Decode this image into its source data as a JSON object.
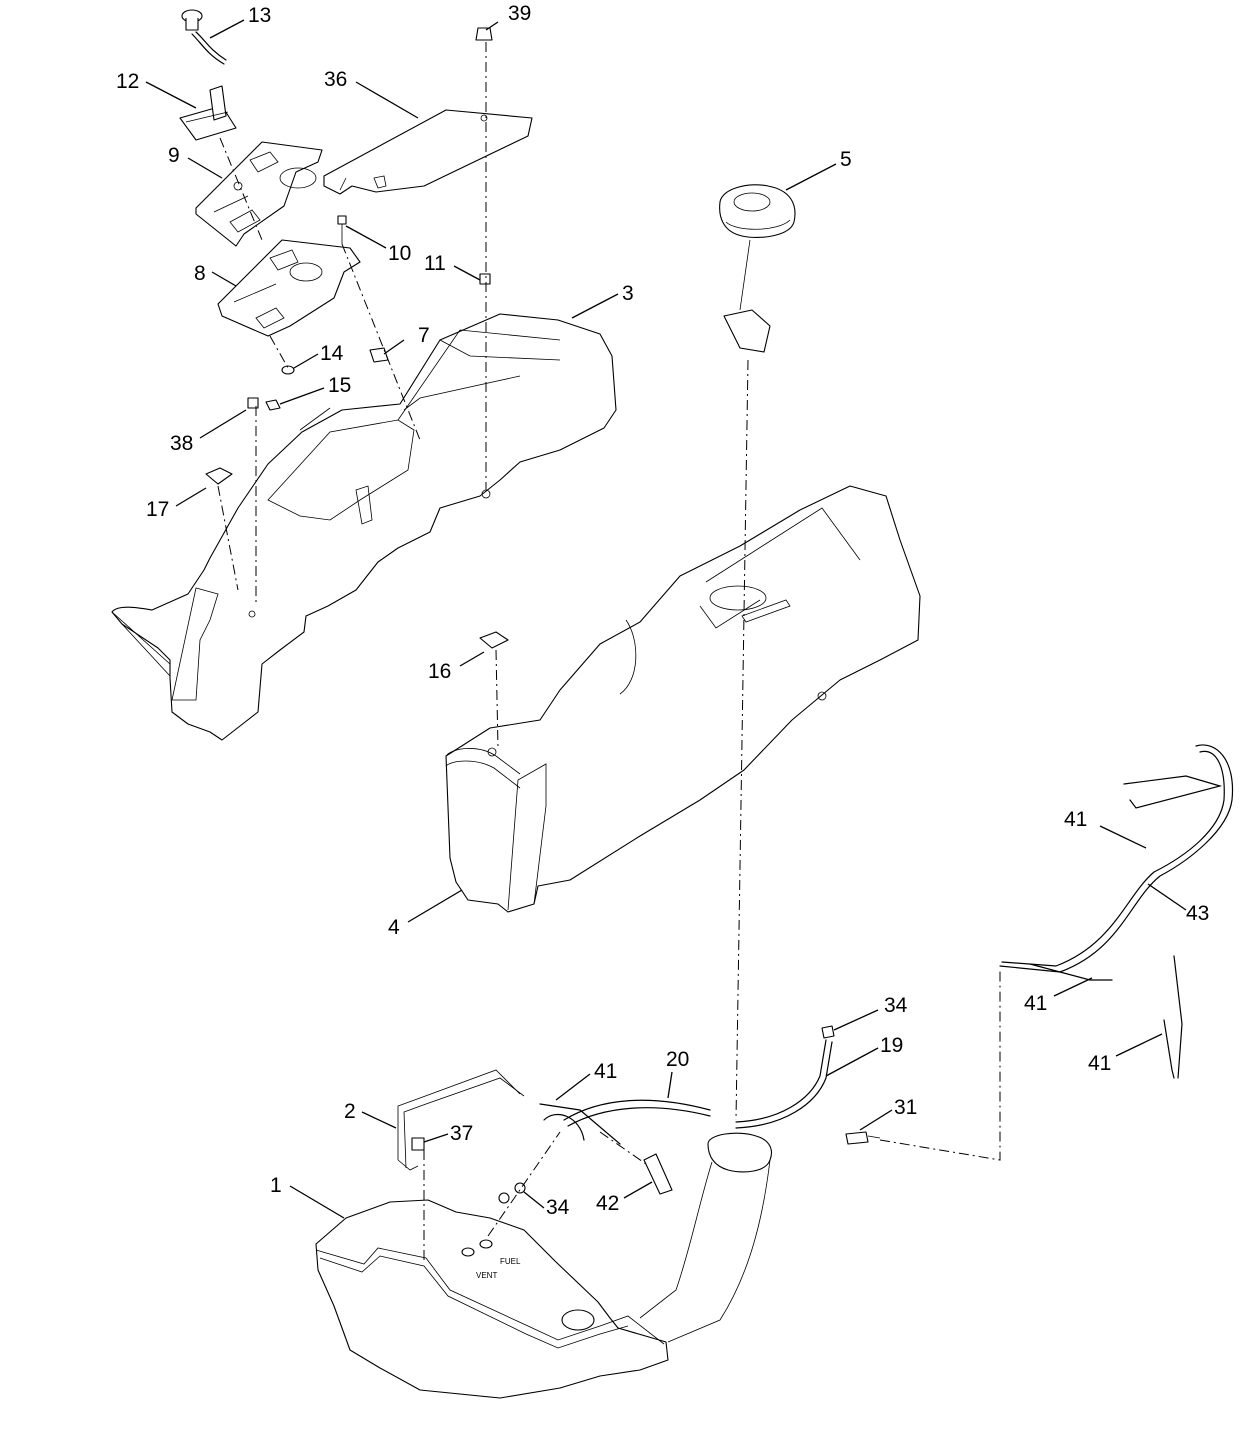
{
  "callouts": [
    {
      "id": "c13",
      "text": "13"
    },
    {
      "id": "c39",
      "text": "39"
    },
    {
      "id": "c12",
      "text": "12"
    },
    {
      "id": "c36",
      "text": "36"
    },
    {
      "id": "c9",
      "text": "9"
    },
    {
      "id": "c5",
      "text": "5"
    },
    {
      "id": "c10",
      "text": "10"
    },
    {
      "id": "c11",
      "text": "11"
    },
    {
      "id": "c8",
      "text": "8"
    },
    {
      "id": "c3",
      "text": "3"
    },
    {
      "id": "c7",
      "text": "7"
    },
    {
      "id": "c14",
      "text": "14"
    },
    {
      "id": "c15",
      "text": "15"
    },
    {
      "id": "c38",
      "text": "38"
    },
    {
      "id": "c17",
      "text": "17"
    },
    {
      "id": "c16",
      "text": "16"
    },
    {
      "id": "c41a",
      "text": "41"
    },
    {
      "id": "c43",
      "text": "43"
    },
    {
      "id": "c4",
      "text": "4"
    },
    {
      "id": "c41b",
      "text": "41"
    },
    {
      "id": "c34a",
      "text": "34"
    },
    {
      "id": "c19",
      "text": "19"
    },
    {
      "id": "c41c",
      "text": "41"
    },
    {
      "id": "c20",
      "text": "20"
    },
    {
      "id": "c41d",
      "text": "41"
    },
    {
      "id": "c31",
      "text": "31"
    },
    {
      "id": "c2",
      "text": "2"
    },
    {
      "id": "c37",
      "text": "37"
    },
    {
      "id": "c1",
      "text": "1"
    },
    {
      "id": "c42",
      "text": "42"
    },
    {
      "id": "c34b",
      "text": "34"
    }
  ],
  "tank_labels": {
    "fuel": "FUEL",
    "vent": "VENT"
  }
}
